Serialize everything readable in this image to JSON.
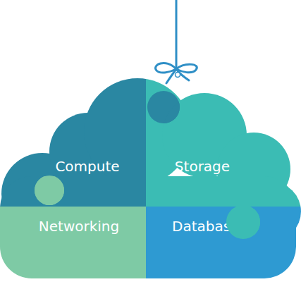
{
  "diagram": {
    "nodes": [
      {
        "text": [
          "Compute"
        ]
      },
      {
        "text": [
          "Storage"
        ]
      },
      {
        "text": [
          "Networking"
        ]
      },
      {
        "text": [
          "Databases"
        ]
      }
    ]
  }
}
